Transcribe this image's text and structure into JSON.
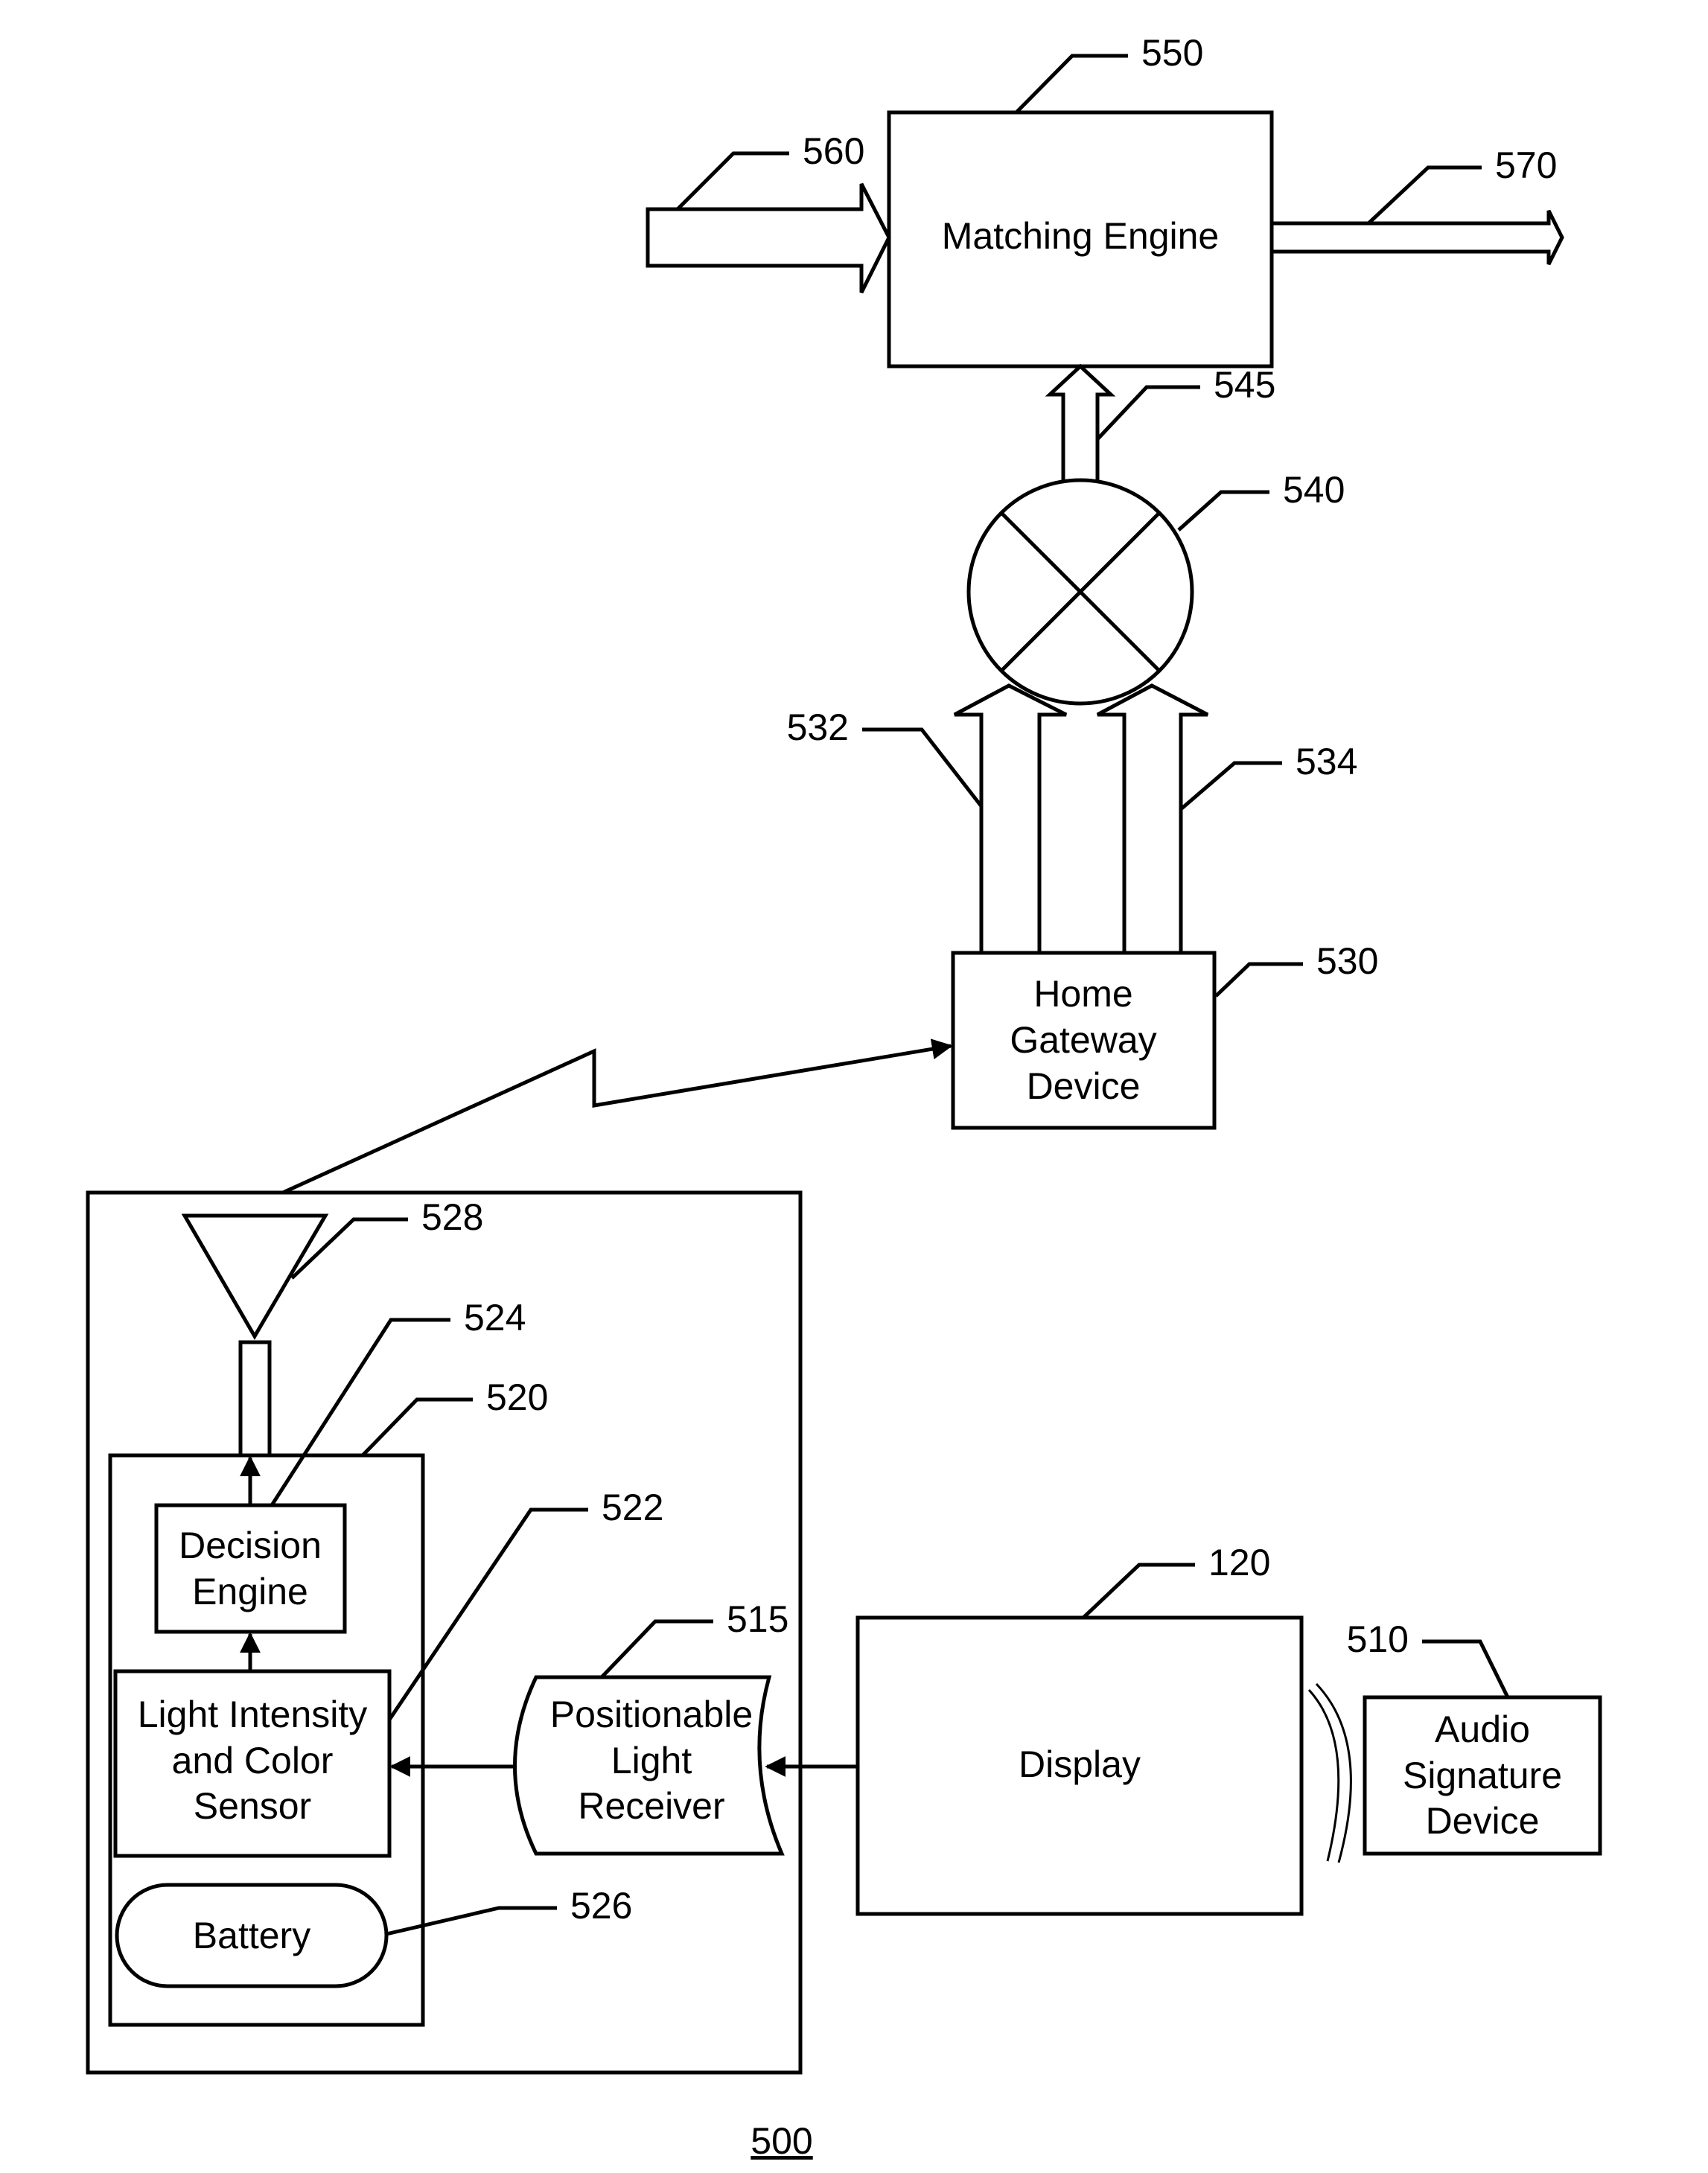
{
  "figure_number": "500",
  "blocks": {
    "matching_engine": "Matching Engine",
    "home_gateway": [
      "Home",
      "Gateway",
      "Device"
    ],
    "decision_engine": [
      "Decision",
      "Engine"
    ],
    "light_sensor": [
      "Light Intensity",
      "and Color",
      "Sensor"
    ],
    "battery": "Battery",
    "light_receiver": [
      "Positionable",
      "Light",
      "Receiver"
    ],
    "display": "Display",
    "audio_device": [
      "Audio",
      "Signature",
      "Device"
    ]
  },
  "refs": {
    "r550": "550",
    "r560": "560",
    "r570": "570",
    "r545": "545",
    "r540": "540",
    "r532": "532",
    "r534": "534",
    "r530": "530",
    "r528": "528",
    "r524": "524",
    "r520": "520",
    "r522": "522",
    "r515": "515",
    "r120": "120",
    "r510": "510",
    "r526": "526"
  }
}
